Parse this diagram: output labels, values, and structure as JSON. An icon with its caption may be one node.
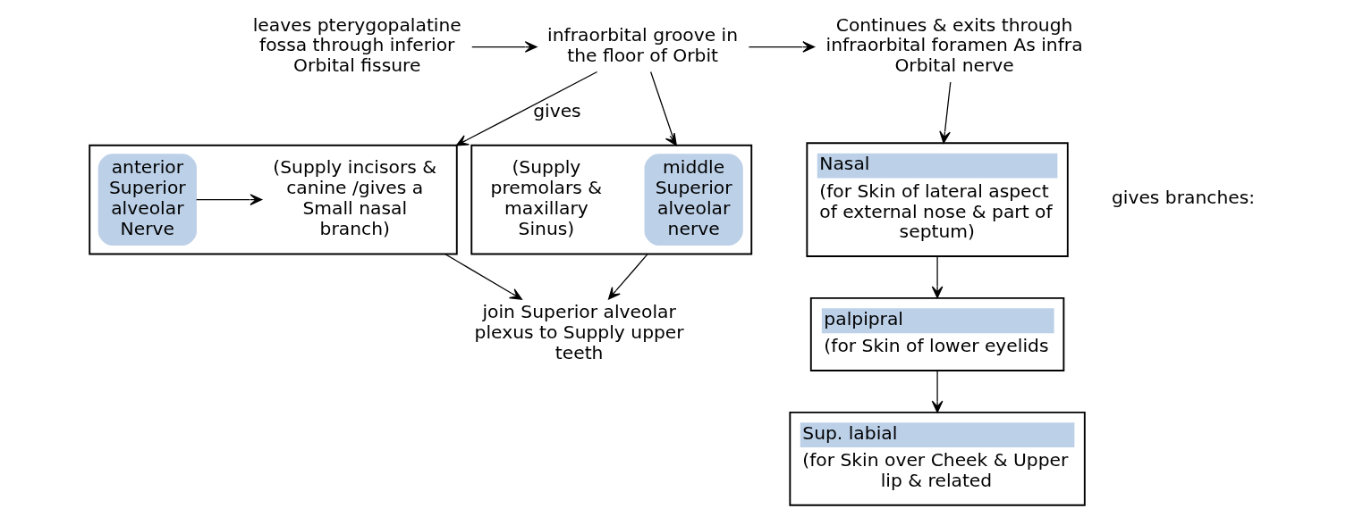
{
  "diagram": {
    "nodes": [
      {
        "text": [
          "leaves pterygopalatine fossa through inferior Orbital fissure"
        ]
      },
      {
        "text": [
          "infraorbital groove in the floor of Orbit"
        ]
      },
      {
        "text": [
          "Continues & exits through infraorbital foramen As infra Orbital nerve"
        ]
      },
      {
        "text": [],
        "shape": "box"
      },
      {
        "text": [
          "(Supply incisors & canine /gives a Small nasal branch)"
        ],
        "in": 3
      },
      {
        "text": [
          "anterior Superior alveolar Nerve"
        ],
        "in": 3
      },
      {
        "text": [],
        "shape": "box"
      },
      {
        "text": [
          "middle Superior alveolar nerve"
        ],
        "in": 6
      },
      {
        "text": [
          "(Supply premolars & maxillary Sinus)"
        ],
        "in": 6
      },
      {
        "text": [
          "join Superior alveolar plexus to Supply upper teeth"
        ]
      },
      {
        "text": [
          "Nasal",
          "(for Skin of lateral aspect of external nose & part of septum)"
        ]
      },
      {
        "text": [
          "palpipral",
          "(for Skin of lower eyelids"
        ]
      },
      {
        "text": [
          "Sup. labial",
          "(for Skin over Cheek & Upper lip & related"
        ]
      }
    ],
    "edges": [
      {
        "from": 0,
        "to": 1,
        "arrow": "to"
      },
      {
        "from": 1,
        "to": 2,
        "arrow": "to"
      },
      {
        "from": 1,
        "to": 3,
        "arrow": "to",
        "label": "gives"
      },
      {
        "from": 1,
        "to": 6,
        "arrow": "to"
      },
      {
        "from": 5,
        "to": 4,
        "arrow": "to"
      },
      {
        "from": 3,
        "to": 9,
        "arrow": "to"
      },
      {
        "from": 6,
        "to": 9,
        "arrow": "to"
      },
      {
        "from": 2,
        "to": 10,
        "arrow": "to"
      },
      {
        "from": 10,
        "to": 11,
        "arrow": "to"
      },
      {
        "from": 11,
        "to": 12,
        "arrow": "to"
      }
    ],
    "labels": [
      "gives branches:"
    ]
  }
}
